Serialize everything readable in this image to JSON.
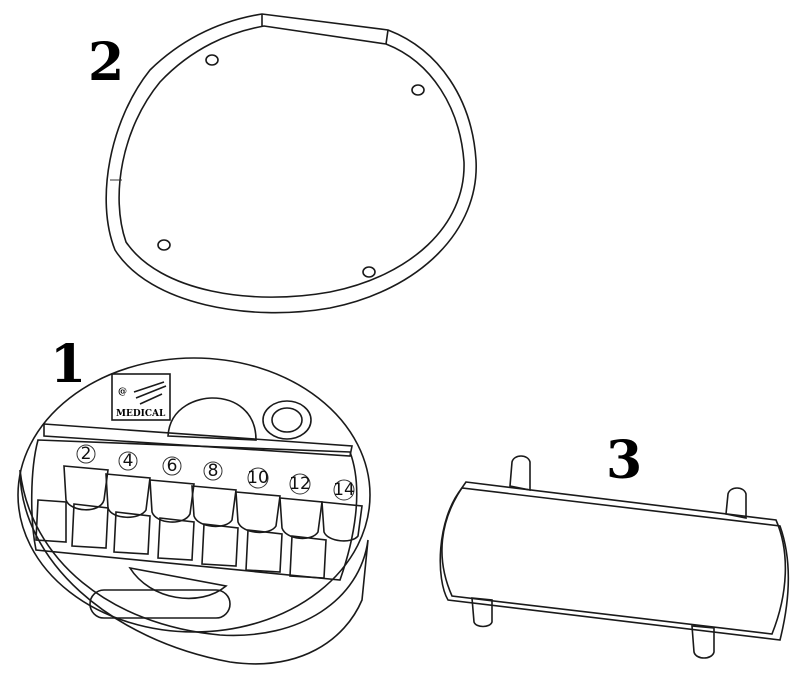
{
  "parts": [
    {
      "id": "tray",
      "label": "1"
    },
    {
      "id": "ring",
      "label": "2"
    },
    {
      "id": "cover",
      "label": "3"
    }
  ],
  "tray": {
    "logo_text": "MEDICAL",
    "slot_numbers": [
      "2",
      "4",
      "6",
      "8",
      "10",
      "12",
      "14"
    ]
  },
  "colors": {
    "line": "#1a1a1a",
    "shade": "#bfbfbf",
    "face": "#ffffff"
  }
}
